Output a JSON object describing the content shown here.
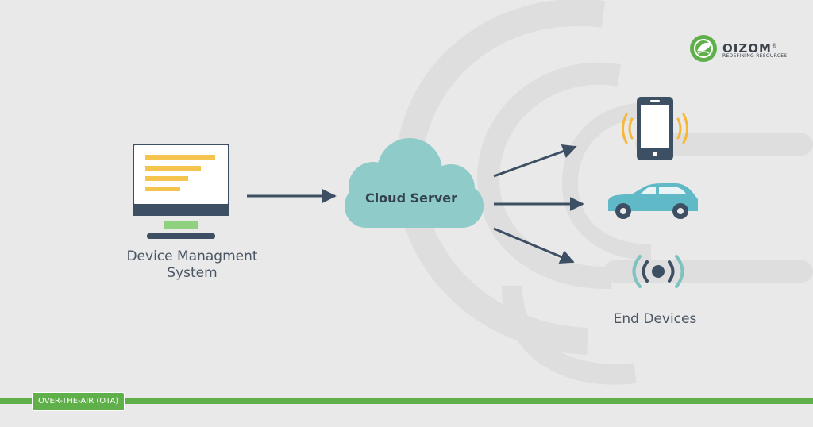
{
  "brand": {
    "name": "OIZOM",
    "trademark": "®",
    "tagline": "REDEFINING RESOURCES",
    "logo_icon": "oizom-leaf-logo",
    "color": "#5fb04a"
  },
  "nodes": {
    "device_management": {
      "label_line1": "Device Managment",
      "label_line2": "System",
      "icon": "monitor-icon"
    },
    "cloud_server": {
      "label": "Cloud Server",
      "icon": "cloud-icon"
    },
    "end_devices": {
      "label": "End Devices",
      "items": [
        {
          "icon": "smartphone-icon"
        },
        {
          "icon": "car-icon"
        },
        {
          "icon": "wireless-signal-icon"
        }
      ]
    }
  },
  "footer": {
    "badge": "OVER-THE-AIR (OTA)"
  },
  "colors": {
    "background": "#e9e9e9",
    "accent_green": "#5fb04a",
    "cloud": "#8ecbc9",
    "dark_slate": "#3d4f63",
    "highlight_yellow": "#f5c44f",
    "signal_amber": "#f7b737",
    "signal_teal": "#7fc3c1"
  }
}
